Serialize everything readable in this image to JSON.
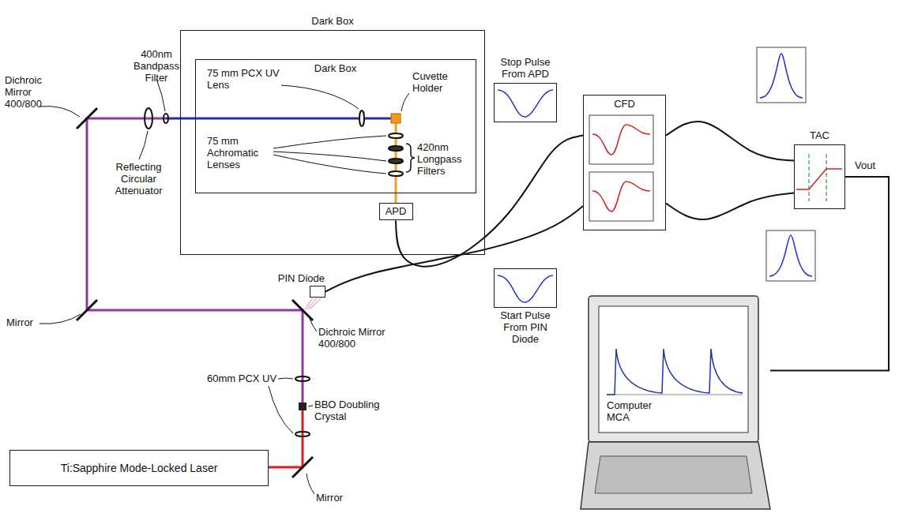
{
  "diagram": {
    "nodes": [
      {
        "text": [
          "Dark Box"
        ]
      },
      {
        "text": [
          "Dark Box"
        ],
        "in": 0
      },
      {
        "text": [
          "APD"
        ],
        "in": 0
      },
      {
        "text": [
          "Stop Pulse From APD"
        ]
      },
      {
        "text": [
          "CFD"
        ]
      },
      {
        "text": [
          "TAC"
        ]
      },
      {
        "text": [
          "Start Pulse From PIN Diode"
        ]
      },
      {
        "text": [
          "PIN Diode"
        ]
      },
      {
        "text": [
          "Ti:Sapphire Mode-Locked Laser"
        ]
      },
      {
        "text": [
          "Computer MCA"
        ]
      }
    ],
    "edges": [
      {
        "from": 2,
        "to": 4,
        "arrow": "none"
      },
      {
        "from": 7,
        "to": 4,
        "arrow": "none"
      },
      {
        "from": 4,
        "to": 5,
        "arrow": "none"
      },
      {
        "from": 4,
        "to": 5,
        "arrow": "none"
      },
      {
        "from": 5,
        "to": 9,
        "label": "Vout",
        "arrow": "none"
      }
    ],
    "labels": [
      "400nm Bandpass Filter",
      "Dichroic Mirror 400/800",
      "Reflecting Circular Attenuator",
      "75 mm PCX UV Lens",
      "Cuvette Holder",
      "75 mm Achromatic Lenses",
      "420nm Longpass Filters",
      "Mirror",
      "Dichroic Mirror 400/800",
      "60mm PCX UV",
      "BBO Doubling Crystal",
      "Mirror"
    ]
  }
}
